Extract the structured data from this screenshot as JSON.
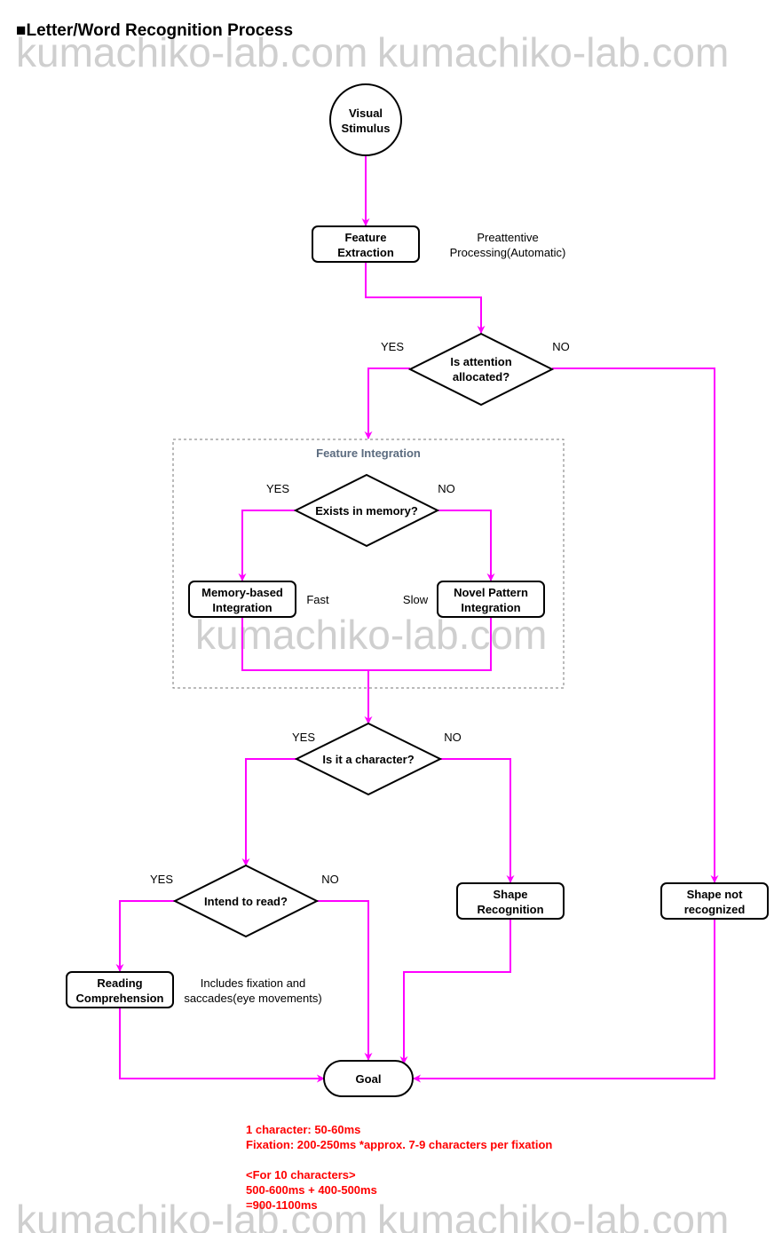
{
  "title": "■Letter/Word Recognition Process",
  "watermark": "kumachiko-lab.com",
  "colors": {
    "connector": "#ff00ff",
    "note_text": "#ff0000",
    "group_title": "#5b6b7f",
    "watermark": "#cfcfcf"
  },
  "nodes": {
    "start": [
      "Visual",
      "Stimulus"
    ],
    "feature_extraction": [
      "Feature",
      "Extraction"
    ],
    "attention": [
      "Is attention",
      "allocated?"
    ],
    "memory_check": [
      "Exists in memory?"
    ],
    "memory_integration": [
      "Memory-based",
      "Integration"
    ],
    "novel_integration": [
      "Novel Pattern",
      "Integration"
    ],
    "character_check": [
      "Is it a character?"
    ],
    "read_check": [
      "Intend to read?"
    ],
    "shape_recognition": [
      "Shape",
      "Recognition"
    ],
    "not_recognized": [
      "Shape not",
      "recognized"
    ],
    "reading": [
      "Reading",
      "Comprehension"
    ],
    "goal": [
      "Goal"
    ]
  },
  "group": {
    "title": "Feature Integration"
  },
  "labels": {
    "preattentive": [
      "Preattentive",
      "Processing(Automatic)"
    ],
    "attention_yes": "YES",
    "attention_no": "NO",
    "memory_yes": "YES",
    "memory_no": "NO",
    "fast": "Fast",
    "slow": "Slow",
    "character_yes": "YES",
    "character_no": "NO",
    "read_yes": "YES",
    "read_no": "NO",
    "fixation": [
      "Includes fixation and",
      "saccades(eye movements)"
    ]
  },
  "notes": [
    "1 character: 50-60ms",
    "Fixation: 200-250ms *approx. 7-9 characters per fixation",
    "",
    "<For 10 characters>",
    "500-600ms + 400-500ms",
    "=900-1100ms"
  ]
}
